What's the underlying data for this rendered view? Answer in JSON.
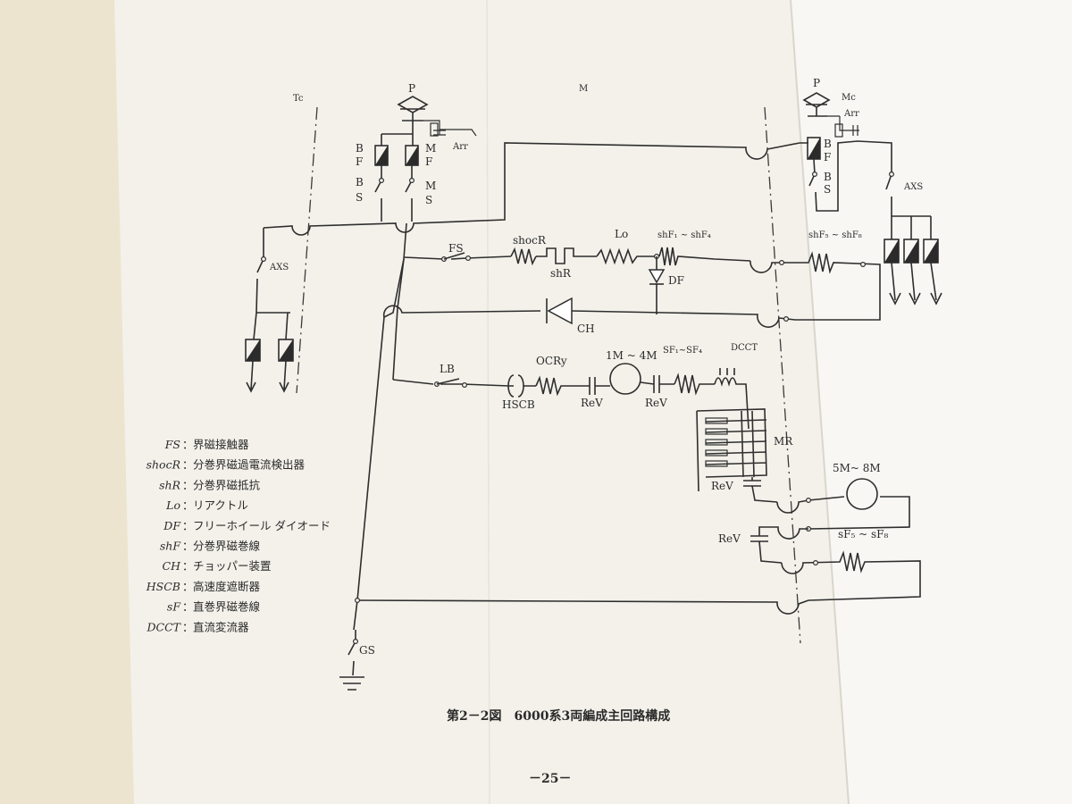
{
  "labels": {
    "tc": "Tc",
    "m": "M",
    "mc": "Mc",
    "p_left": "P",
    "p_right": "P",
    "arr_left": "Arr",
    "arr_right": "Arr",
    "bf_b": "B",
    "bf_f": "F",
    "mf_m": "M",
    "mf_f": "F",
    "bs_b": "B",
    "bs_s": "S",
    "ms_m": "M",
    "ms_s": "S",
    "rbf_b": "B",
    "rbf_f": "F",
    "rbs_b": "B",
    "rbs_s": "S",
    "axs_left": "AXS",
    "axs_right": "AXS",
    "fs": "FS",
    "shocr": "shocR",
    "shr": "shR",
    "lo": "Lo",
    "shf1_4": "shF₁ ~ shF₄",
    "shf5_8": "shF₅ ~ shF₈",
    "df": "DF",
    "ch": "CH",
    "lb": "LB",
    "hscb": "HSCB",
    "ocry": "OCRy",
    "m1_4": "1M ~ 4M",
    "rev1": "ReV",
    "rev2": "ReV",
    "sf1_4": "SF₁~SF₄",
    "dcct": "DCCT",
    "mr": "MR",
    "rev3": "ReV",
    "m5_8": "5M~ 8M",
    "rev4": "ReV",
    "sf5_8": "sF₅ ~ sF₈",
    "gs": "GS"
  },
  "legend": [
    {
      "abbr": "FS",
      "desc": "界磁接触器"
    },
    {
      "abbr": "shocR",
      "desc": "分巻界磁過電流検出器"
    },
    {
      "abbr": "shR",
      "desc": "分巻界磁抵抗"
    },
    {
      "abbr": "Lo",
      "desc": "リアクトル"
    },
    {
      "abbr": "DF",
      "desc": "フリーホイール ダイオード"
    },
    {
      "abbr": "shF",
      "desc": "分巻界磁巻線"
    },
    {
      "abbr": "CH",
      "desc": "チョッパー装置"
    },
    {
      "abbr": "HSCB",
      "desc": "高速度遮断器"
    },
    {
      "abbr": "sF",
      "desc": "直巻界磁巻線"
    },
    {
      "abbr": "DCCT",
      "desc": "直流変流器"
    }
  ],
  "caption": "第2－2図　6000系3両編成主回路構成",
  "page_number": "－25－"
}
